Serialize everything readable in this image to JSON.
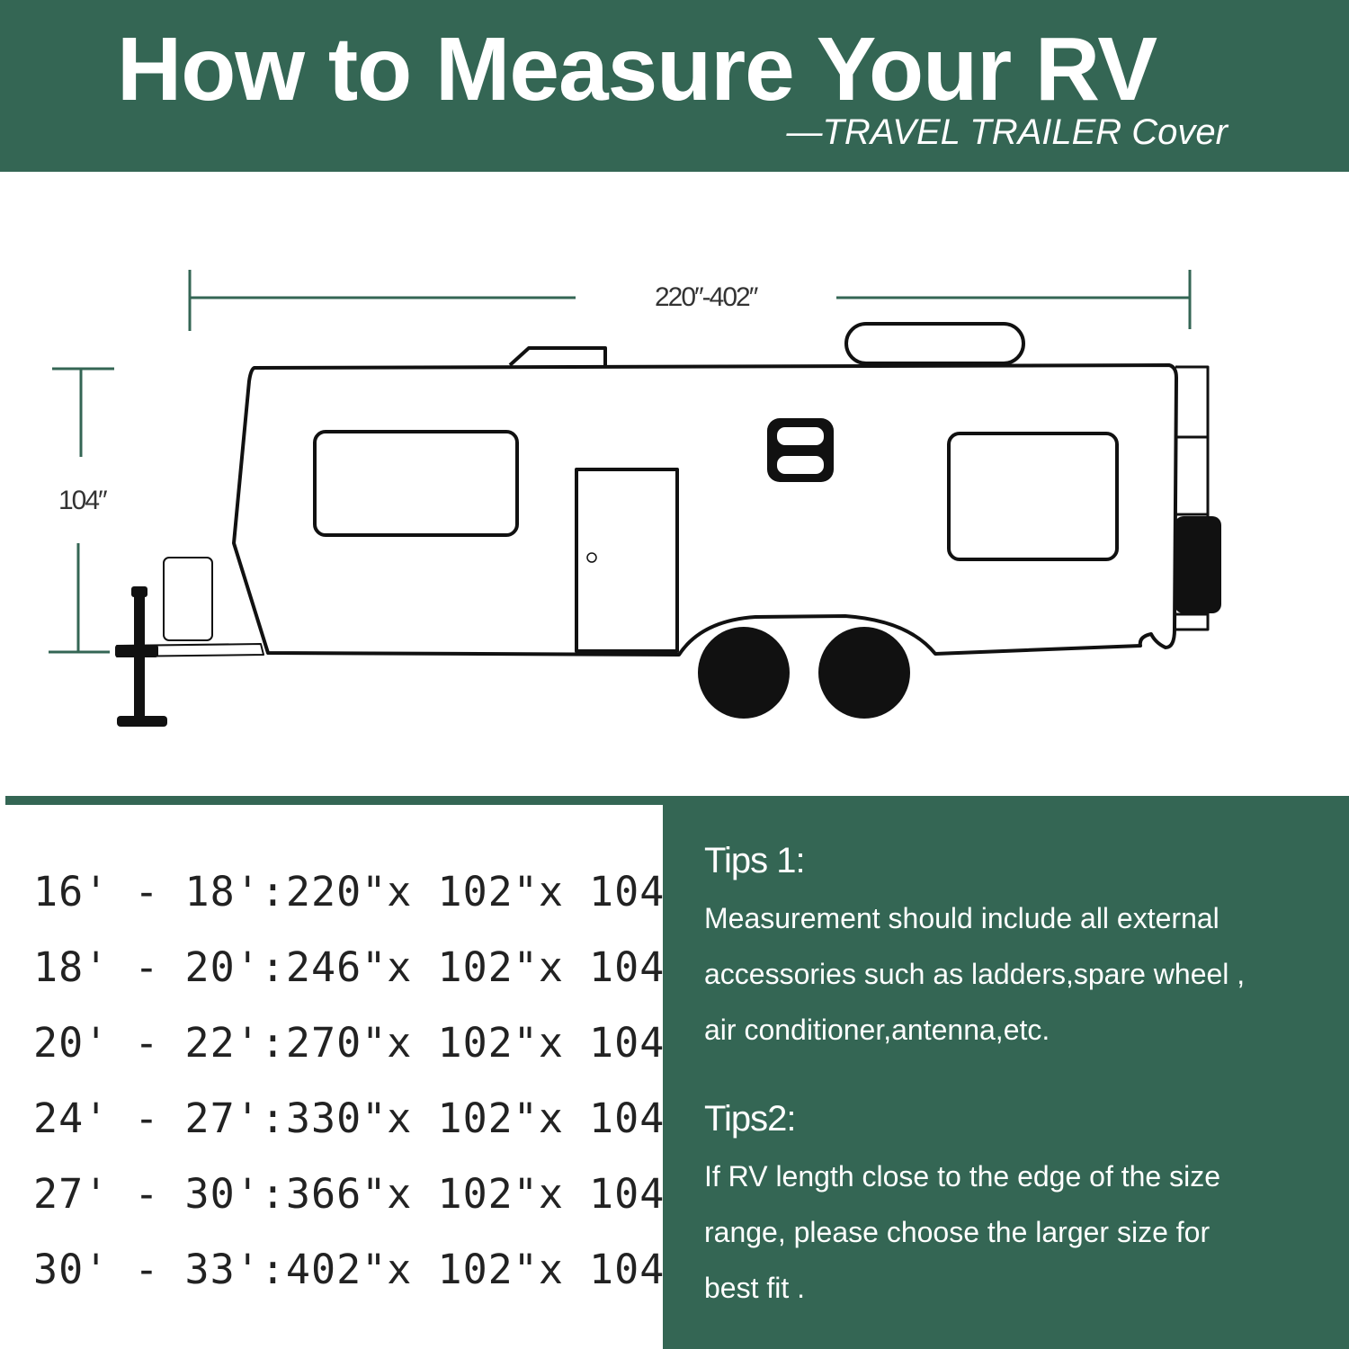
{
  "header": {
    "title": "How to Measure Your RV",
    "subtitle": "—TRAVEL TRAILER Cover"
  },
  "diagram": {
    "length_label": "220″-402″",
    "height_label": "104″"
  },
  "sizes": [
    "16' - 18':220\"x 102\"x 104\"",
    "18' - 20':246\"x 102\"x 104\"",
    "20' - 22':270\"x 102\"x 104\"",
    "24' - 27':330\"x 102\"x 104\"",
    "27' - 30':366\"x 102\"x 104\"",
    "30' - 33':402\"x 102\"x 104\""
  ],
  "tips": [
    {
      "heading": "Tips 1:",
      "lines": [
        "Measurement should include all external",
        "accessories such as ladders,spare wheel ,",
        "air conditioner,antenna,etc."
      ]
    },
    {
      "heading": "Tips2:",
      "lines": [
        "If RV length close to the edge of the size",
        "range, please choose the larger size for",
        "best fit ."
      ]
    }
  ],
  "colors": {
    "brand_green": "#346654",
    "outline": "#111111"
  }
}
